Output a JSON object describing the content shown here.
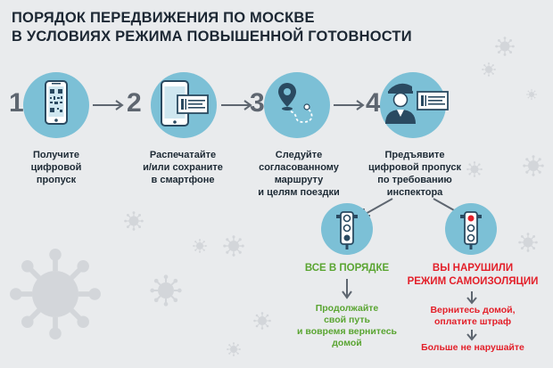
{
  "title": {
    "line1": "ПОРЯДОК ПЕРЕДВИЖЕНИЯ ПО МОСКВЕ",
    "line2": "В УСЛОВИЯХ РЕЖИМА ПОВЫШЕННОЙ ГОТОВНОСТИ"
  },
  "steps": [
    {
      "number": "1",
      "lines": [
        "Получите",
        "цифровой",
        "пропуск"
      ],
      "icon": "phone-pass-icon"
    },
    {
      "number": "2",
      "lines": [
        "Распечатайте",
        "и/или сохраните",
        "в смартфоне"
      ],
      "icon": "smartphone-ticket-icon"
    },
    {
      "number": "3",
      "lines": [
        "Следуйте",
        "согласованному",
        "маршруту",
        "и целям поездки"
      ],
      "icon": "route-pin-icon"
    },
    {
      "number": "4",
      "lines": [
        "Предъявите",
        "цифровой пропуск",
        "по требованию",
        "инспектора"
      ],
      "icon": "inspector-icon"
    }
  ],
  "outcomes": {
    "ok": {
      "status": "ВСЕ В ПОРЯДКЕ",
      "lines": [
        "Продолжайте",
        "свой путь",
        "и вовремя вернитесь",
        "домой"
      ],
      "color": "#5aa532"
    },
    "violation": {
      "status_lines": [
        "ВЫ НАРУШИЛИ",
        "РЕЖИМ САМОИЗОЛЯЦИИ"
      ],
      "lines": [
        "Вернитесь домой,",
        "оплатите штраф"
      ],
      "final": "Больше не нарушайте",
      "color": "#e3202a"
    }
  },
  "colors": {
    "circle": "#7cc0d6",
    "arrow": "#5e6670",
    "background": "#e9ebed"
  }
}
